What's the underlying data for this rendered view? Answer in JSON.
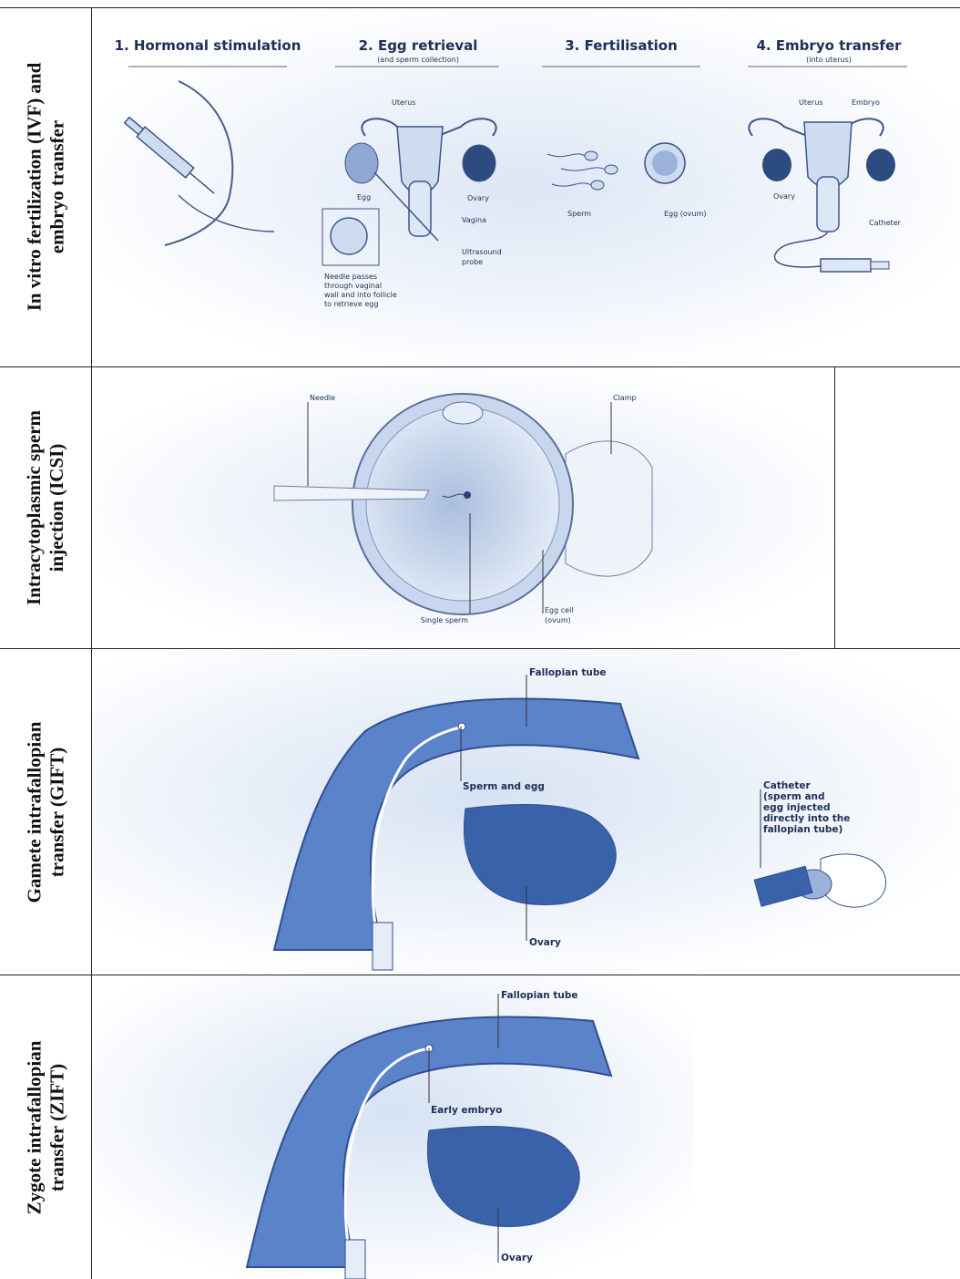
{
  "rows": [
    {
      "label_line1": "In vitro fertilization (IVF) and",
      "label_line2": "embryo transfer"
    },
    {
      "label_line1": "Intracytoplasmic sperm",
      "label_line2": "injection (ICSI)"
    },
    {
      "label_line1": "Gamete intrafallopian",
      "label_line2": "transfer (GIFT)"
    },
    {
      "label_line1": "Zygote intrafallopian",
      "label_line2": "transfer (ZIFT)"
    }
  ],
  "ivf": {
    "steps": [
      {
        "title": "1. Hormonal stimulation",
        "subtitle": ""
      },
      {
        "title": "2. Egg retrieval",
        "subtitle": "(and sperm collection)"
      },
      {
        "title": "3. Fertilisation",
        "subtitle": ""
      },
      {
        "title": "4. Embryo transfer",
        "subtitle": "(into uterus)"
      }
    ],
    "labels": {
      "uterus": "Uterus",
      "egg": "Egg",
      "ovary": "Ovary",
      "vagina": "Vagina",
      "ultrasound_1": "Ultrasound",
      "ultrasound_2": "probe",
      "needle_1": "Needle passes",
      "needle_2": "through vaginal",
      "needle_3": "wall and into follicle",
      "needle_4": "to retrieve egg",
      "sperm": "Sperm",
      "egg_ovum": "Egg (ovum)",
      "uterus4": "Uterus",
      "embryo": "Embryo",
      "ovary4": "Ovary",
      "catheter": "Catheter"
    }
  },
  "icsi": {
    "needle": "Needle",
    "clamp": "Clamp",
    "single_sperm": "Single sperm",
    "egg_cell_1": "Egg cell",
    "egg_cell_2": "(ovum)"
  },
  "gift": {
    "fallopian_tube": "Fallopian tube",
    "sperm_and_egg": "Sperm and egg",
    "ovary": "Ovary",
    "catheter_1": "Catheter",
    "catheter_2": "(sperm and",
    "catheter_3": "egg injected",
    "catheter_4": "directly into the",
    "catheter_5": "fallopian tube)"
  },
  "zift": {
    "fallopian_tube": "Fallopian tube",
    "early_embryo": "Early embryo",
    "ovary": "Ovary"
  }
}
